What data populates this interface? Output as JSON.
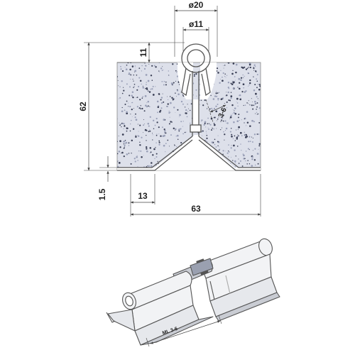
{
  "dimensions": {
    "outer_diameter": "ø20",
    "inner_diameter": "ø11",
    "loop_height": "11",
    "total_height": "62",
    "wing_width": "13",
    "thickness": "1.5",
    "total_width": "63",
    "angle_mark": "3-6"
  },
  "iso_label": "ML 3-6",
  "colors": {
    "line": "#555555",
    "dim_line": "#444444",
    "stone_fill": "#dde0ea",
    "speckle_dark": "#3a3f55",
    "speckle_light": "#9aa0b8",
    "hinge_fill": "#f2f3f5",
    "hinge_shade": "#c9ccd3"
  }
}
